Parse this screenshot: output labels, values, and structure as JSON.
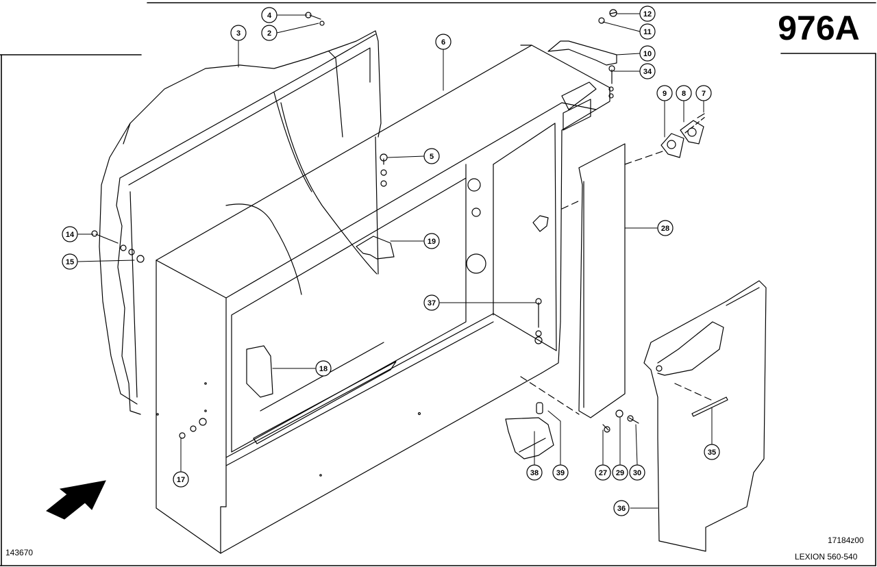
{
  "diagram": {
    "code": "976A",
    "ref_number": "17184z00",
    "model": "LEXION 560-540",
    "sheet_number": "143670",
    "callouts": [
      {
        "id": "c4",
        "label": "4"
      },
      {
        "id": "c2",
        "label": "2"
      },
      {
        "id": "c3",
        "label": "3"
      },
      {
        "id": "c6",
        "label": "6"
      },
      {
        "id": "c12",
        "label": "12"
      },
      {
        "id": "c11",
        "label": "11"
      },
      {
        "id": "c10",
        "label": "10"
      },
      {
        "id": "c34",
        "label": "34"
      },
      {
        "id": "c9",
        "label": "9"
      },
      {
        "id": "c8",
        "label": "8"
      },
      {
        "id": "c7",
        "label": "7"
      },
      {
        "id": "c5",
        "label": "5"
      },
      {
        "id": "c28",
        "label": "28"
      },
      {
        "id": "c14",
        "label": "14"
      },
      {
        "id": "c15",
        "label": "15"
      },
      {
        "id": "c19",
        "label": "19"
      },
      {
        "id": "c37",
        "label": "37"
      },
      {
        "id": "c18",
        "label": "18"
      },
      {
        "id": "c17",
        "label": "17"
      },
      {
        "id": "c38",
        "label": "38"
      },
      {
        "id": "c39",
        "label": "39"
      },
      {
        "id": "c27",
        "label": "27"
      },
      {
        "id": "c29",
        "label": "29"
      },
      {
        "id": "c30",
        "label": "30"
      },
      {
        "id": "c35",
        "label": "35"
      },
      {
        "id": "c36",
        "label": "36"
      }
    ]
  }
}
